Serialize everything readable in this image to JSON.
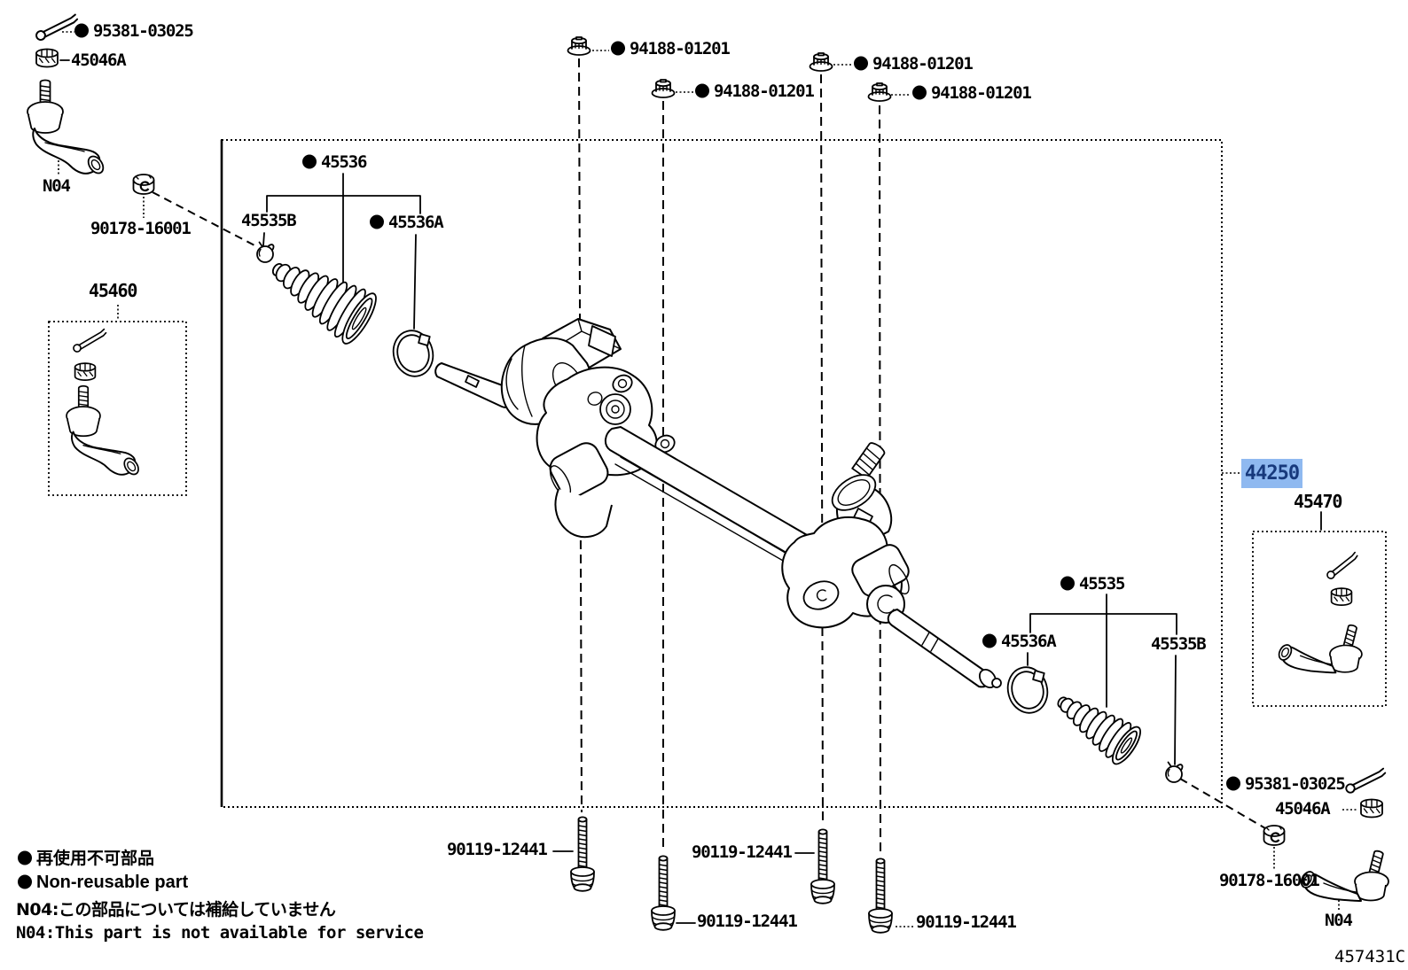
{
  "diagram": {
    "code": "457431C",
    "highlighted_part": "44250",
    "highlight_bg": "#8FB9F0",
    "highlight_fg": "#17397C"
  },
  "labels": {
    "tie_rod_cotter_pin": "95381-03025",
    "tie_rod_castle_nut": "45046A",
    "not_available": "N04",
    "rack_end_lock_nut": "90178-16001",
    "tie_rod_kit_left": "45460",
    "boot_left": "45536",
    "boot_clip": "45535B",
    "boot_clamp": "45536A",
    "mount_nut": "94188-01201",
    "steering_gear": "44250",
    "tie_rod_kit_right": "45470",
    "boot_right": "45535",
    "mount_bolt": "90119-12441"
  },
  "legend": {
    "jp_non_reusable": "再使用不可部品",
    "en_non_reusable": "Non-reusable part",
    "jp_n04_note": "N04:この部品については補給していません",
    "en_n04_note": "N04:This part is not available for service"
  }
}
